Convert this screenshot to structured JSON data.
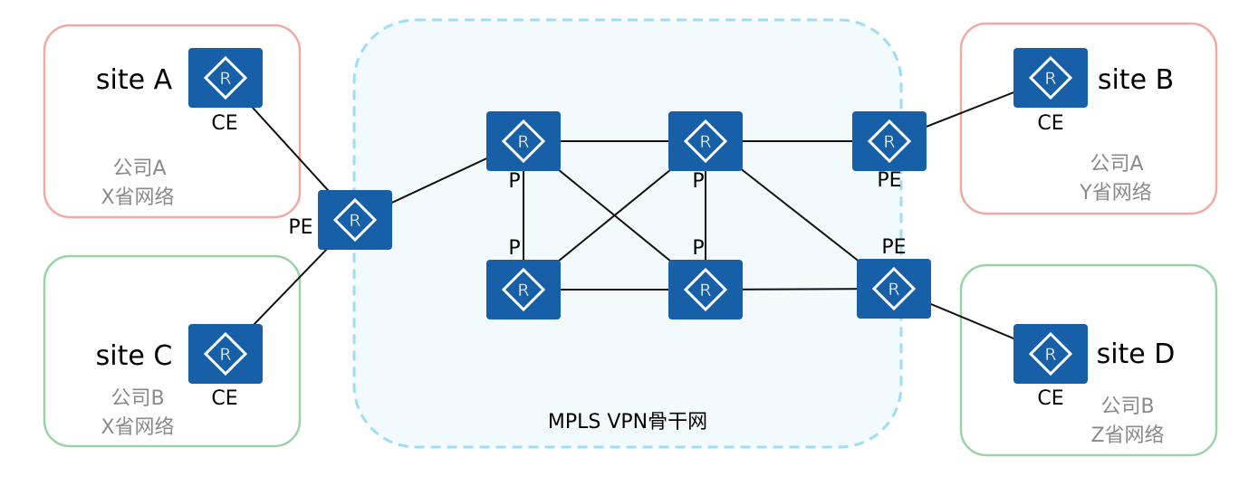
{
  "backbone": {
    "label": "MPLS VPN骨干网",
    "fill": "#f3fafd",
    "border_color": "#9fdcf6"
  },
  "colors": {
    "router": "#1760a8",
    "company_a_border": "#f1aaa2",
    "company_b_border": "#9bd2a6",
    "link": "#111111",
    "muted_text": "#8a8a8a"
  },
  "router_letter": "R",
  "sites": [
    {
      "id": "site-a",
      "name": "site A",
      "ce_label": "CE",
      "company": "公司A",
      "region": "X省网络",
      "border": "#f1aaa2"
    },
    {
      "id": "site-b",
      "name": "site B",
      "ce_label": "CE",
      "company": "公司A",
      "region": "Y省网络",
      "border": "#f1aaa2"
    },
    {
      "id": "site-c",
      "name": "site C",
      "ce_label": "CE",
      "company": "公司B",
      "region": "X省网络",
      "border": "#9bd2a6"
    },
    {
      "id": "site-d",
      "name": "site D",
      "ce_label": "CE",
      "company": "公司B",
      "region": "Z省网络",
      "border": "#9bd2a6"
    }
  ],
  "routers": [
    {
      "id": "ce-a",
      "role": "CE",
      "label": "CE"
    },
    {
      "id": "ce-b",
      "role": "CE",
      "label": "CE"
    },
    {
      "id": "ce-c",
      "role": "CE",
      "label": "CE"
    },
    {
      "id": "ce-d",
      "role": "CE",
      "label": "CE"
    },
    {
      "id": "pe-l",
      "role": "PE",
      "label": "PE"
    },
    {
      "id": "pe-tr",
      "role": "PE",
      "label": "PE"
    },
    {
      "id": "pe-br",
      "role": "PE",
      "label": "PE"
    },
    {
      "id": "p1",
      "role": "P",
      "label": "P"
    },
    {
      "id": "p2",
      "role": "P",
      "label": "P"
    },
    {
      "id": "p3",
      "role": "P",
      "label": "P"
    },
    {
      "id": "p4",
      "role": "P",
      "label": "P"
    }
  ],
  "links": [
    [
      "ce-a",
      "pe-l"
    ],
    [
      "ce-c",
      "pe-l"
    ],
    [
      "pe-l",
      "p1"
    ],
    [
      "p1",
      "p2"
    ],
    [
      "p1",
      "p3"
    ],
    [
      "p1",
      "p4"
    ],
    [
      "p2",
      "pe-tr"
    ],
    [
      "p2",
      "p3"
    ],
    [
      "p2",
      "p4"
    ],
    [
      "p2",
      "pe-br"
    ],
    [
      "p3",
      "p4"
    ],
    [
      "p4",
      "pe-br"
    ],
    [
      "pe-tr",
      "ce-b"
    ],
    [
      "pe-br",
      "ce-d"
    ]
  ]
}
